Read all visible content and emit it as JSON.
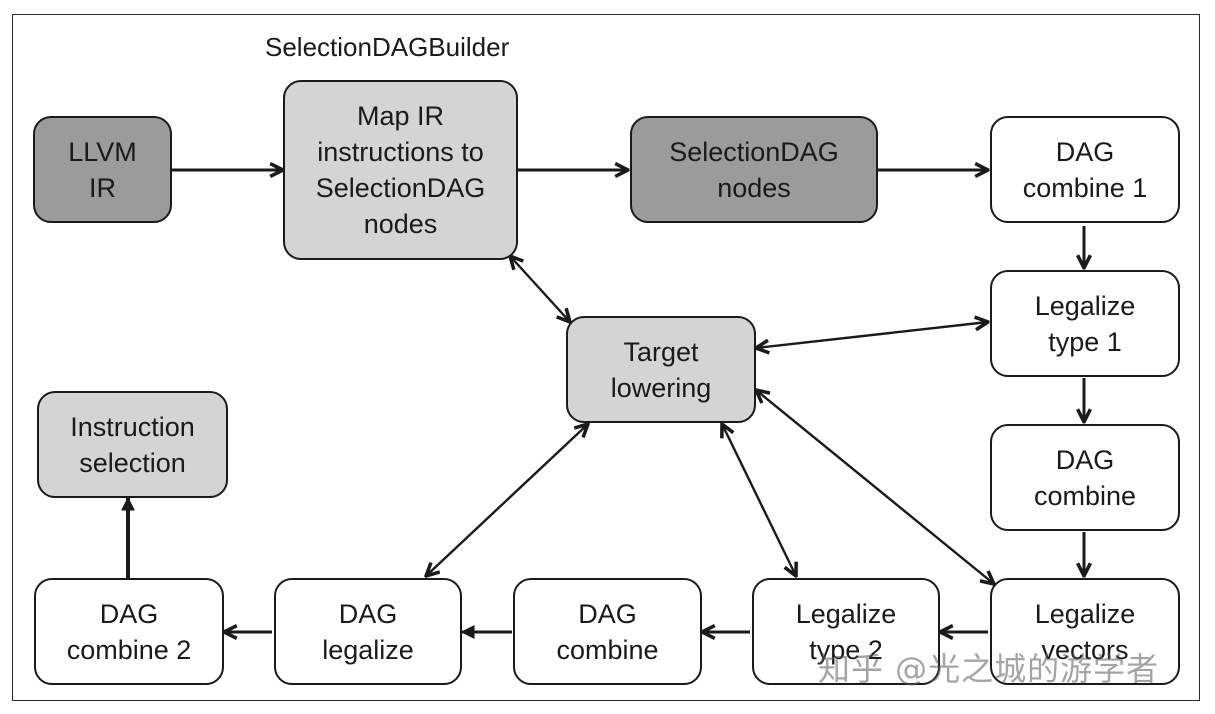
{
  "caption": "SelectionDAGBuilder",
  "nodes": {
    "llvm_ir": "LLVM\nIR",
    "map_ir": "Map IR\ninstructions to\nSelectionDAG\nnodes",
    "sdag_nodes": "SelectionDAG\nnodes",
    "dag_combine_1": "DAG\ncombine 1",
    "legalize_type_1": "Legalize\ntype 1",
    "dag_combine_mid": "DAG\ncombine",
    "legalize_vectors": "Legalize\nvectors",
    "legalize_type_2": "Legalize\ntype 2",
    "dag_combine_bottom": "DAG\ncombine",
    "dag_legalize": "DAG\nlegalize",
    "dag_combine_2": "DAG\ncombine 2",
    "instruction_selection": "Instruction\nselection",
    "target_lowering": "Target\nlowering"
  },
  "watermark": "知乎 @光之城的游学者",
  "colors": {
    "dark_box": "#9b9b9b",
    "light_box": "#d4d4d4",
    "white_box": "#ffffff",
    "stroke": "#1a1a1a"
  }
}
